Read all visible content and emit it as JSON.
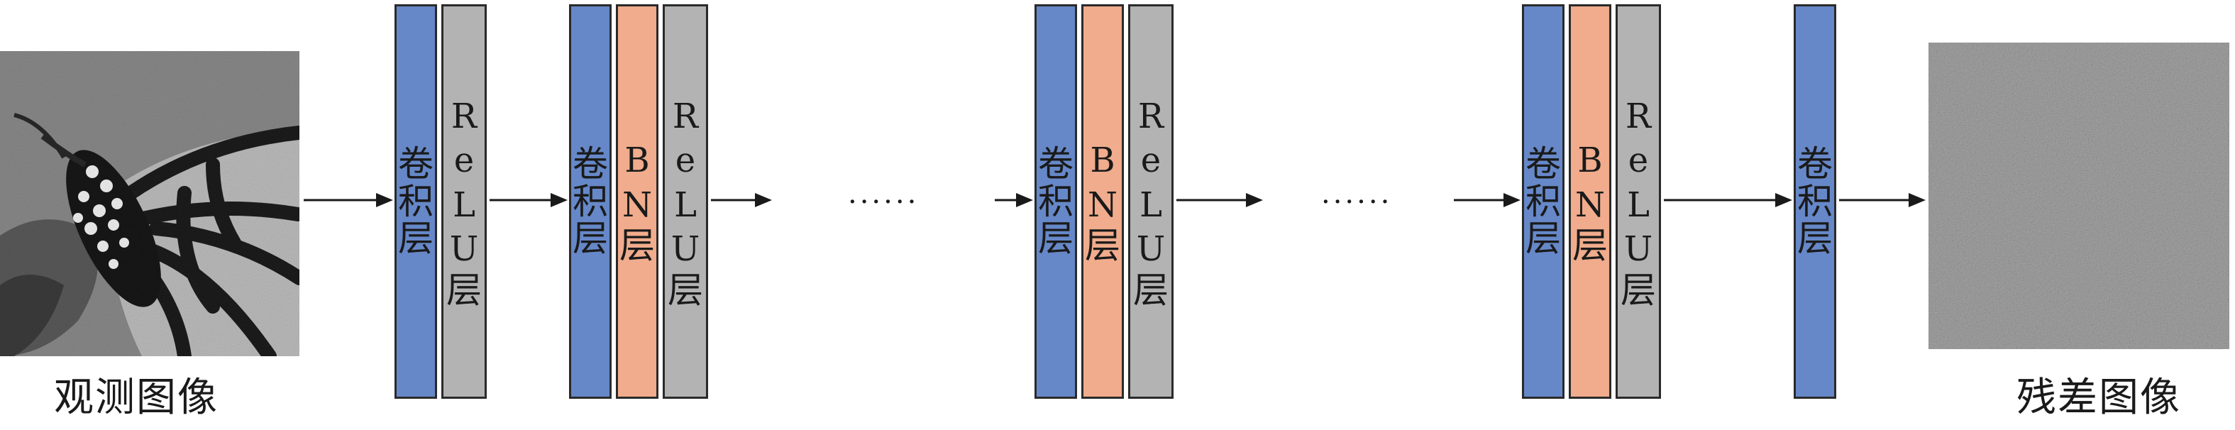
{
  "input_caption": "观测图像",
  "output_caption": "残差图像",
  "ellipsis": "......",
  "blocks": [
    {
      "layers": [
        {
          "kind": "conv",
          "label": "卷积层"
        },
        {
          "kind": "relu",
          "label": "ReLU层"
        }
      ]
    },
    {
      "layers": [
        {
          "kind": "conv",
          "label": "卷积层"
        },
        {
          "kind": "bn",
          "label": "BN层"
        },
        {
          "kind": "relu",
          "label": "ReLU层"
        }
      ]
    },
    {
      "layers": [
        {
          "kind": "conv",
          "label": "卷积层"
        },
        {
          "kind": "bn",
          "label": "BN层"
        },
        {
          "kind": "relu",
          "label": "ReLU层"
        }
      ]
    },
    {
      "layers": [
        {
          "kind": "conv",
          "label": "卷积层"
        },
        {
          "kind": "bn",
          "label": "BN层"
        },
        {
          "kind": "relu",
          "label": "ReLU层"
        }
      ]
    },
    {
      "layers": [
        {
          "kind": "conv",
          "label": "卷积层"
        }
      ]
    }
  ],
  "colors": {
    "conv": "#6688c8",
    "bn": "#f0ac8c",
    "relu": "#b3b3b3",
    "arrow": "#1a1a1a"
  }
}
